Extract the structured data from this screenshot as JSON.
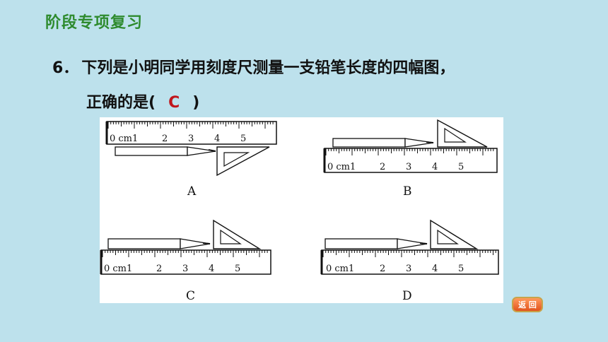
{
  "header": {
    "title": "阶段专项复习"
  },
  "question": {
    "number": "6．",
    "text": "下列是小明同学用刻度尺测量一支铅笔长度的四幅图，",
    "line2_prefix": "正确的是(",
    "answer": "C",
    "line2_suffix": ")"
  },
  "figures": [
    {
      "label": "A",
      "ruler_labels": {
        "zero_unit": "0 cm1",
        "t2": "2",
        "t3": "3",
        "t4": "4",
        "t5": "5"
      }
    },
    {
      "label": "B",
      "ruler_labels": {
        "zero_unit": "0 cm1",
        "t2": "2",
        "t3": "3",
        "t4": "4",
        "t5": "5"
      }
    },
    {
      "label": "C",
      "ruler_labels": {
        "zero_unit": "0 cm1",
        "t2": "2",
        "t3": "3",
        "t4": "4",
        "t5": "5"
      }
    },
    {
      "label": "D",
      "ruler_labels": {
        "zero_unit": "0 cm1",
        "t2": "2",
        "t3": "3",
        "t4": "4",
        "t5": "5"
      }
    }
  ],
  "back_button": {
    "label": "返 回"
  }
}
